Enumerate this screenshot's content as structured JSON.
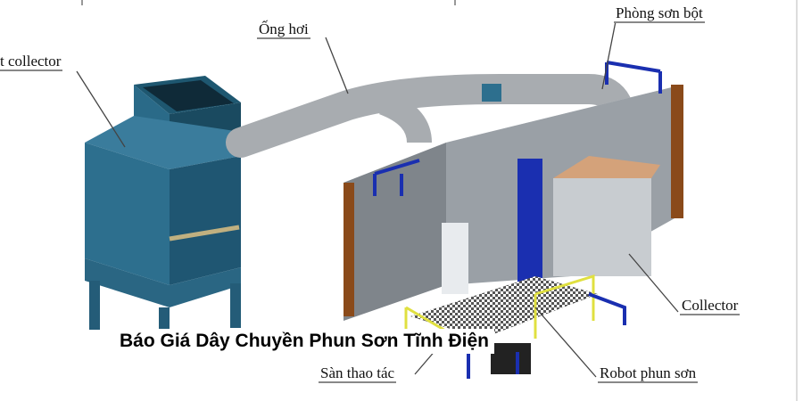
{
  "labels": {
    "dust_collector": "t collector",
    "ong_hoi": "Ống hơi",
    "phong_son_bot": "Phòng sơn bột",
    "collector": "Collector",
    "san_thao_tac": "Sàn thao tác",
    "robot_phun_son": "Robot phun sơn"
  },
  "caption": "Báo Giá Dây Chuyền Phun Sơn Tĩnh Điện",
  "colors": {
    "collector_body": "#2d6f8e",
    "booth": "#c8ccd0",
    "frame": "#1a2fb0",
    "wall": "#8a4a1a",
    "rail": "#e0e040"
  }
}
